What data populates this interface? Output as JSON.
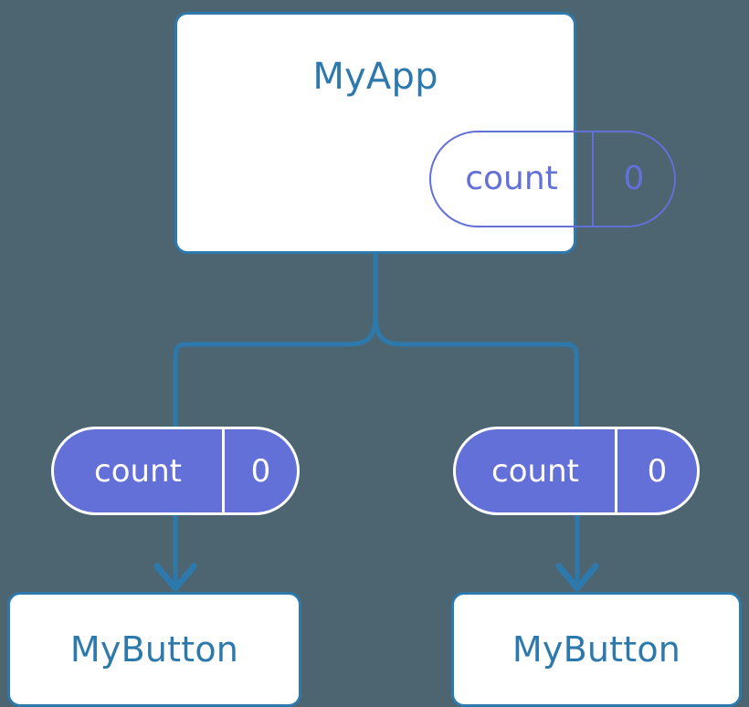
{
  "diagram": {
    "title": "MyApp component tree with count state propagation",
    "background_color": "#4c6570",
    "accent_blue": "#2e79ac",
    "accent_indigo": "#6370d8",
    "surface_color": "#ffffff"
  },
  "root": {
    "label": "MyApp",
    "state": {
      "key": "count",
      "value": "0"
    }
  },
  "branches": [
    {
      "state": {
        "key": "count",
        "value": "0"
      },
      "child": {
        "label": "MyButton"
      }
    },
    {
      "state": {
        "key": "count",
        "value": "0"
      },
      "child": {
        "label": "MyButton"
      }
    }
  ],
  "edges": {
    "tree_connector": "root-splits-to-two-branches",
    "arrow_left": "down-arrow",
    "arrow_right": "down-arrow"
  }
}
